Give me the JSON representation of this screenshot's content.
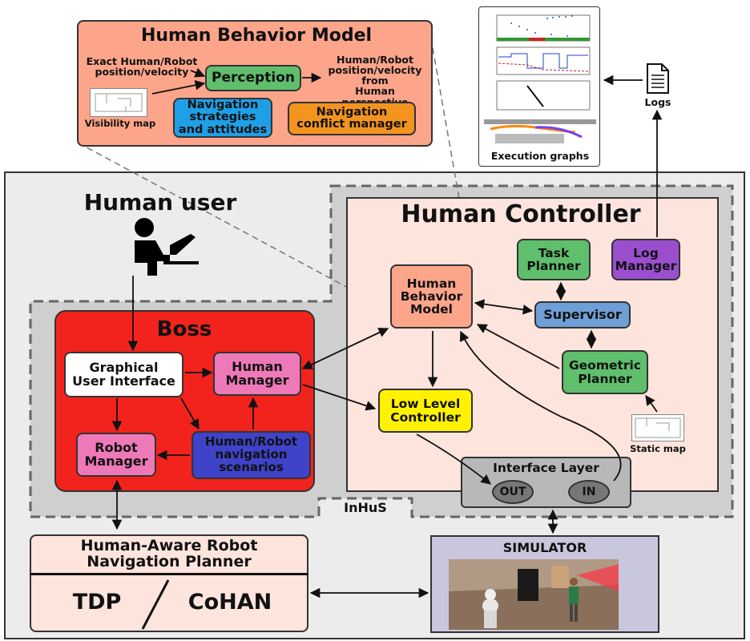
{
  "hbm_panel": {
    "title": "Human Behavior Model",
    "input_label": "Exact Human/Robot\nposition/velocity",
    "perception": "Perception",
    "output_label": "Human/Robot\nposition/velocity\nfrom\nHuman perspective",
    "visibility_map": "Visibility map",
    "nav_strategies": "Navigation\nstrategies\nand attitudes",
    "nav_conflict": "Navigation\nconflict manager"
  },
  "logs": {
    "label": "Logs"
  },
  "execution_graphs": {
    "label": "Execution graphs"
  },
  "human_user": {
    "label": "Human user"
  },
  "boss": {
    "title": "Boss",
    "gui": "Graphical\nUser Interface",
    "human_manager": "Human\nManager",
    "robot_manager": "Robot\nManager",
    "scenarios": "Human/Robot\nnavigation\nscenarios"
  },
  "controller": {
    "title": "Human Controller",
    "hbm": "Human\nBehavior\nModel",
    "task_planner": "Task\nPlanner",
    "log_manager": "Log\nManager",
    "supervisor": "Supervisor",
    "geometric_planner": "Geometric\nPlanner",
    "low_level": "Low Level\nController",
    "static_map": "Static map",
    "interface_layer": "Interface Layer",
    "out": "OUT",
    "in": "IN"
  },
  "inhus": {
    "label": "InHuS"
  },
  "planner": {
    "title": "Human-Aware Robot\nNavigation Planner",
    "tdp": "TDP",
    "cohan": "CoHAN"
  },
  "simulator": {
    "title": "SIMULATOR"
  },
  "colors": {
    "salmon": "#fca58a",
    "light_pink": "#fde4dc",
    "boss_red": "#f2231c",
    "green": "#5fbf6c",
    "blue_box": "#1e9fe6",
    "orange_box": "#f3941e",
    "supervisor_blue": "#6e9fd6",
    "purple": "#9b4fcf",
    "yellow": "#fff200",
    "pink": "#ee79b9",
    "scenario_blue": "#3f43c9",
    "grey_bg": "#ececec"
  }
}
